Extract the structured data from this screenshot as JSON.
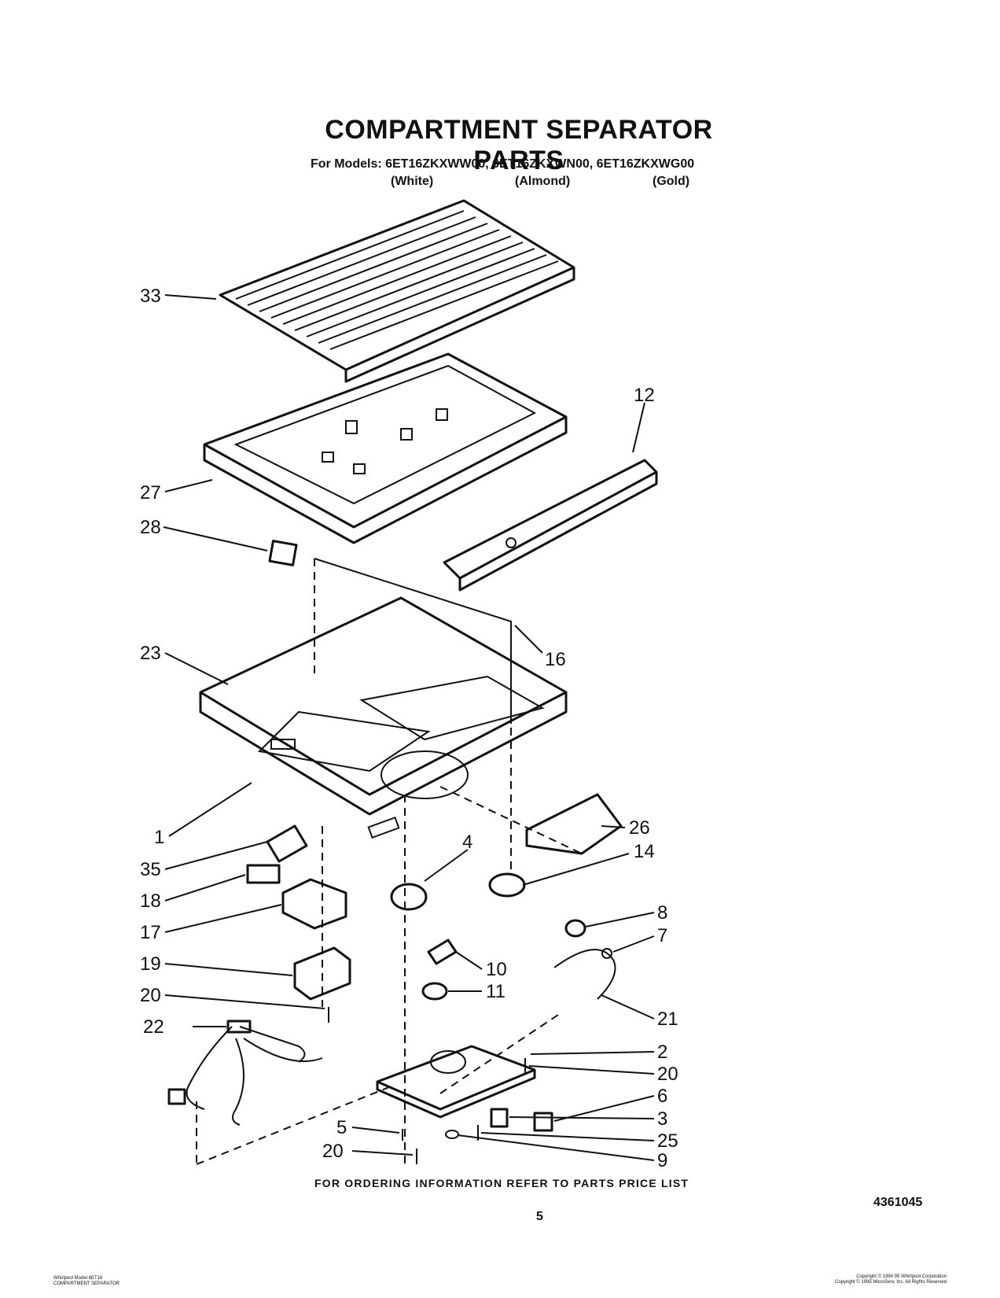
{
  "header": {
    "title": "COMPARTMENT SEPARATOR PARTS",
    "models_line": "For Models: 6ET16ZKXWW00, 6ET16ZKXWN00, 6ET16ZKXWG00",
    "colors": [
      "(White)",
      "(Almond)",
      "(Gold)"
    ]
  },
  "callouts": [
    "33",
    "12",
    "27",
    "28",
    "23",
    "16",
    "1",
    "26",
    "35",
    "4",
    "14",
    "18",
    "17",
    "8",
    "7",
    "10",
    "11",
    "19",
    "20",
    "21",
    "22",
    "2",
    "20",
    "6",
    "3",
    "5",
    "25",
    "20",
    "9"
  ],
  "footer": {
    "ordering_note": "FOR ORDERING INFORMATION REFER TO PARTS PRICE LIST",
    "page_number": "5",
    "document_number": "4361045",
    "small_left": [
      "Whirlpool  Model 6ET16",
      "COMPARTMENT SEPARATOR"
    ],
    "small_right": [
      "Copyright © 1994 95 Whirlpool Corporation",
      "Copyright © 1995 MicroServ, Inc. All Rights Reserved"
    ]
  }
}
